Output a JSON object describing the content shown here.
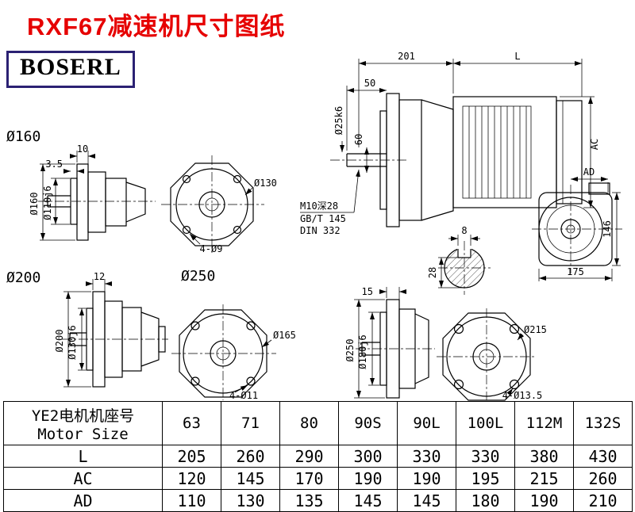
{
  "colors": {
    "title-color": "#e60000",
    "logo-border-color": "#2b2173"
  },
  "title": "RXF67减速机尺寸图纸",
  "logo_text": "BOSERL",
  "series_labels": {
    "s160": "Ø160",
    "s200": "Ø200",
    "s250": "Ø250"
  },
  "assembly": {
    "dim_201": "201",
    "dim_L": "L",
    "dim_50": "50",
    "shaft_dia": "Ø25k6",
    "dim_60": "60",
    "dim_AC": "AC",
    "tap_note_1": "M10深28",
    "tap_note_2": "GB/T 145",
    "tap_note_3": "DIN 332"
  },
  "motor_end_view": {
    "dim_AD": "AD",
    "dim_146": "146",
    "dim_175": "175"
  },
  "shaft_section": {
    "key_width": "8",
    "key_depth": "28"
  },
  "flange160": {
    "dim_10": "10",
    "dim_35": "3.5",
    "outer": "Ø160",
    "spigot": "Ø110j6",
    "bolt_circle": "Ø130",
    "holes": "4-Ø9"
  },
  "flange200": {
    "dim_12": "12",
    "outer": "Ø200",
    "spigot": "Ø130j6",
    "bolt_circle": "Ø165",
    "holes": "4-Ø11"
  },
  "flange250": {
    "dim_15": "15",
    "outer": "Ø250",
    "spigot": "Ø180j6",
    "bolt_circle": "Ø215",
    "holes": "4-Ø13.5"
  },
  "table": {
    "header_line1": "YE2电机机座号",
    "header_line2": "Motor Size",
    "columns": [
      "63",
      "71",
      "80",
      "90S",
      "90L",
      "100L",
      "112M",
      "132S"
    ],
    "rows": [
      {
        "label": "L",
        "values": [
          "205",
          "260",
          "290",
          "300",
          "330",
          "330",
          "380",
          "430"
        ]
      },
      {
        "label": "AC",
        "values": [
          "120",
          "145",
          "170",
          "190",
          "190",
          "195",
          "215",
          "260"
        ]
      },
      {
        "label": "AD",
        "values": [
          "110",
          "130",
          "135",
          "145",
          "145",
          "180",
          "190",
          "210"
        ]
      }
    ]
  }
}
